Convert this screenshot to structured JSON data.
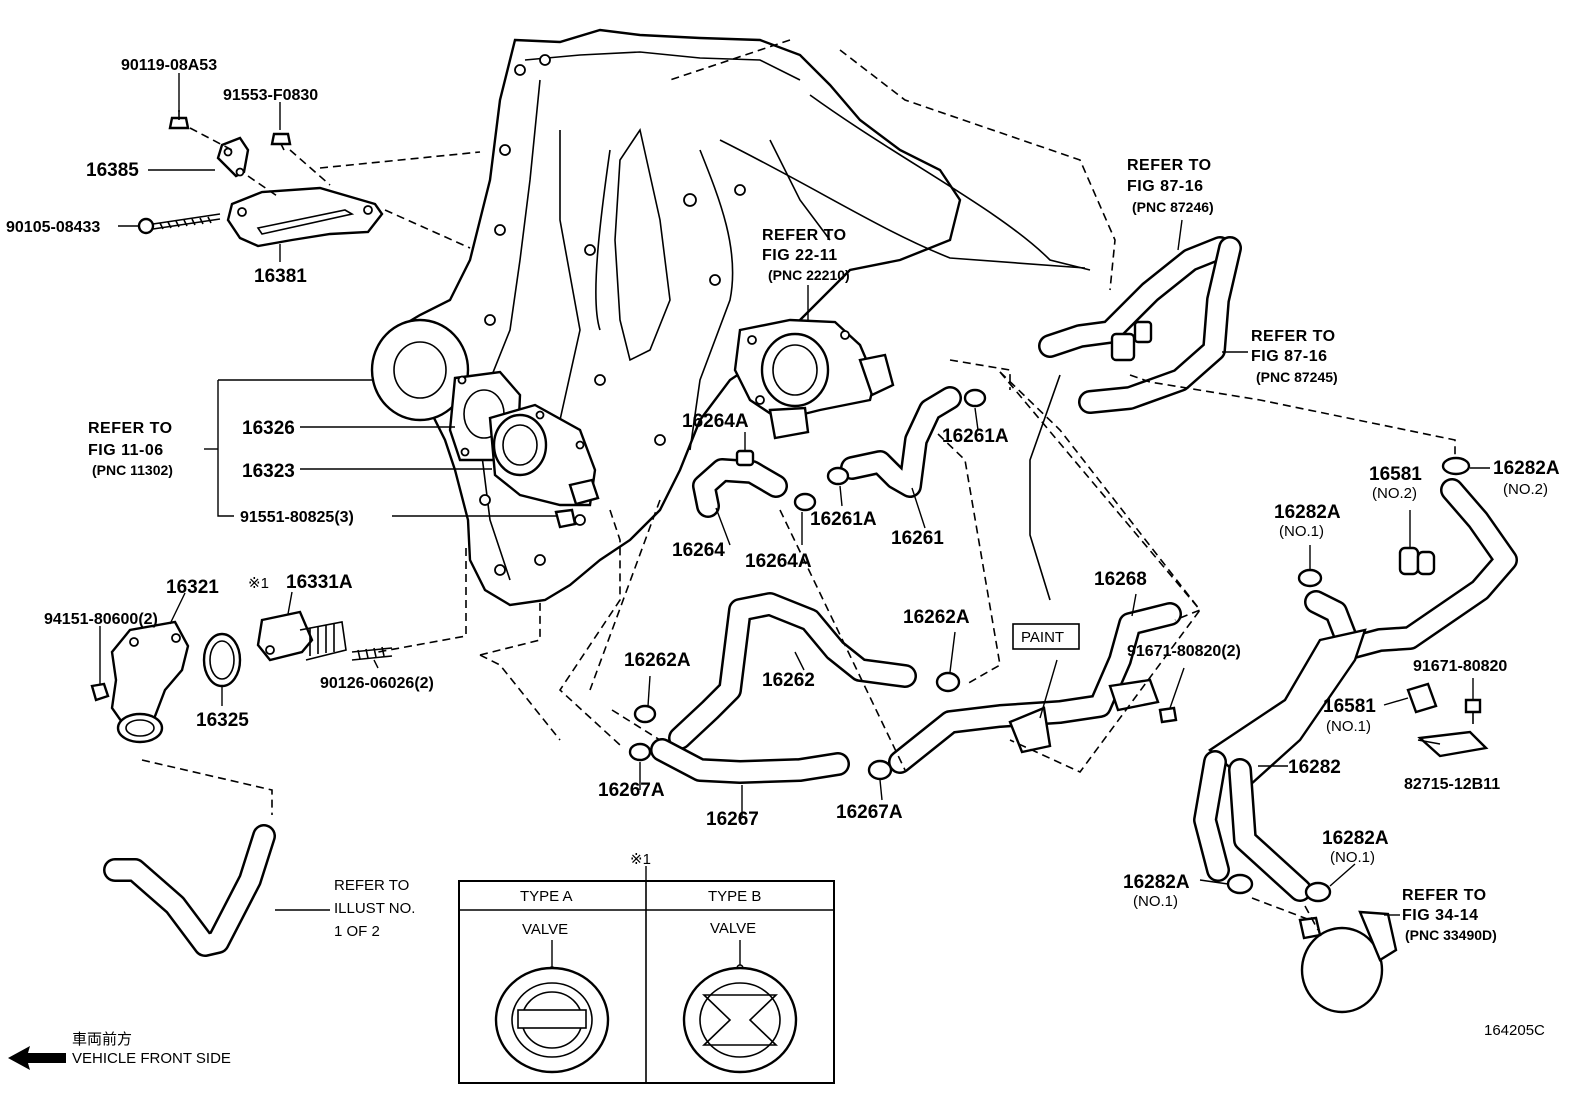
{
  "diagram": {
    "figure_code": "164205C",
    "direction": {
      "japanese": "車両前方",
      "english": "VEHICLE FRONT SIDE"
    },
    "part_numbers": {
      "p90119": "90119-08A53",
      "p91553": "91553-F0830",
      "p16385": "16385",
      "p90105": "90105-08433",
      "p16381": "16381",
      "p16326": "16326",
      "p16323": "16323",
      "p91551": "91551-80825(3)",
      "p16321": "16321",
      "p94151": "94151-80600(2)",
      "p16325": "16325",
      "p16331A": "16331A",
      "mark1": "※1",
      "p90126": "90126-06026(2)",
      "p16264A_top": "16264A",
      "p16264": "16264",
      "p16264A_bot": "16264A",
      "p16261A_top": "16261A",
      "p16261A_mid": "16261A",
      "p16261": "16261",
      "p16262A_left": "16262A",
      "p16262": "16262",
      "p16262A_right": "16262A",
      "p16267A_left": "16267A",
      "p16267": "16267",
      "p16267A_right": "16267A",
      "p16268": "16268",
      "p91671_2": "91671-80820(2)",
      "p16581_no2": "16581",
      "p16581_no2_sub": "(NO.2)",
      "p16282A_no2": "16282A",
      "p16282A_no2_sub": "(NO.2)",
      "p16282A_no1a": "16282A",
      "p16282A_no1a_sub": "(NO.1)",
      "p91671": "91671-80820",
      "p16581_no1": "16581",
      "p16581_no1_sub": "(NO.1)",
      "p82715": "82715-12B11",
      "p16282": "16282",
      "p16282A_no1b": "16282A",
      "p16282A_no1b_sub": "(NO.1)",
      "p16282A_no1c": "16282A",
      "p16282A_no1c_sub": "(NO.1)",
      "paint": "PAINT"
    },
    "references": {
      "fig1106": {
        "l1": "REFER TO",
        "l2": "FIG 11-06",
        "l3": "(PNC 11302)"
      },
      "fig2211": {
        "l1": "REFER TO",
        "l2": "FIG 22-11",
        "l3": "(PNC 22210)"
      },
      "fig8716a": {
        "l1": "REFER TO",
        "l2": "FIG 87-16",
        "l3": "(PNC 87246)"
      },
      "fig8716b": {
        "l1": "REFER TO",
        "l2": "FIG 87-16",
        "l3": "(PNC 87245)"
      },
      "fig3414": {
        "l1": "REFER TO",
        "l2": "FIG 34-14",
        "l3": "(PNC 33490D)"
      },
      "illust": {
        "l1": "REFER TO",
        "l2": "ILLUST NO.",
        "l3": "1 OF 2"
      }
    },
    "inset": {
      "mark": "※1",
      "type_a": "TYPE A",
      "type_b": "TYPE B",
      "valve_a": "VALVE",
      "valve_b": "VALVE"
    }
  }
}
